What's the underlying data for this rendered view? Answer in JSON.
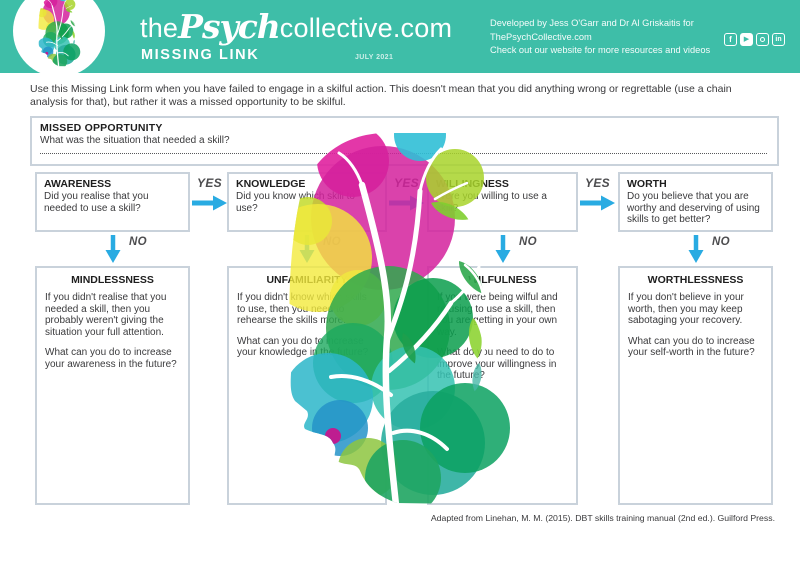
{
  "header": {
    "brand_the": "the",
    "brand_psych": "Psych",
    "brand_collective": "collective.com",
    "title": "MISSING LINK",
    "date": "JULY 2021",
    "credit_line1": "Developed by Jess O'Garr and Dr Al Griskaitis for",
    "credit_line2": "ThePsychCollective.com",
    "credit_line3": "Check out our website for more resources and videos",
    "social_facebook": "f",
    "social_linkedin": "in"
  },
  "intro": "Use this Missing Link form when you have failed to engage in a skilful action. This doesn't mean that you did anything wrong or regrettable (use a chain analysis for that), but rather it was a missed opportunity to be skilful.",
  "missed_opportunity": {
    "title": "MISSED OPPORTUNITY",
    "question": "What was the situation that needed a skill?"
  },
  "labels": {
    "yes": "YES",
    "no": "NO"
  },
  "flow": {
    "columns": [
      {
        "top": {
          "title": "AWARENESS",
          "text": "Did you realise that you needed to use a skill?"
        },
        "bottom": {
          "title": "MINDLESSNESS",
          "text1": "If you didn't realise that you needed a skill, then you probably weren't giving the situation your full attention.",
          "text2": "What can you do to increase your awareness in the future?"
        }
      },
      {
        "top": {
          "title": "KNOWLEDGE",
          "text": "Did you know which skill to use?"
        },
        "bottom": {
          "title": "UNFAMILIARITY",
          "text1": "If you didn't know which skills to use, then you need to rehearse the skills more.",
          "text2": "What can you do to increase your knowledge in the future?"
        }
      },
      {
        "top": {
          "title": "WILLINGNESS",
          "text": "Were you willing to use a skill?"
        },
        "bottom": {
          "title": "WILFULNESS",
          "text1": "If you were being wilful and refusing to use a skill, then you are getting in your own way.",
          "text2": "What do you need to do to improve your willingness in the future?"
        }
      },
      {
        "top": {
          "title": "WORTH",
          "text": "Do you believe that you are worthy and deserving of using skills to get better?"
        },
        "bottom": {
          "title": "WORTHLESSNESS",
          "text1": "If you don't believe in your worth, then you may keep sabotaging your recovery.",
          "text2": "What can you do to increase your self-worth in the future?"
        }
      }
    ]
  },
  "footer": {
    "citation": "Adapted from Linehan, M. M. (2015). DBT skills training manual (2nd ed.). Guilford Press."
  },
  "colors": {
    "teal": "#3EBEA8",
    "arrow_blue": "#29ABE2",
    "label_gray": "#4D4D4F",
    "border_gray": "#C9D2DB"
  }
}
